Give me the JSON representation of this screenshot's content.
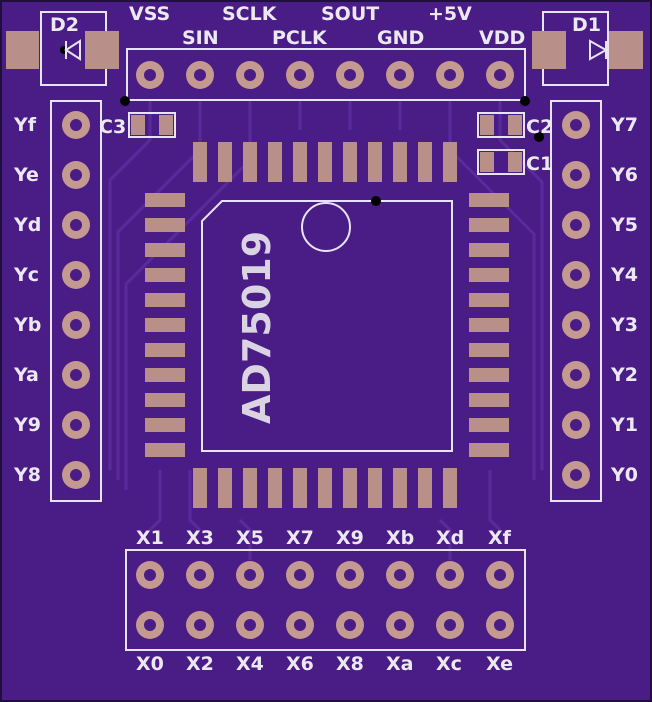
{
  "board": {
    "background": "#4a1c86",
    "edge_color": "#1e0f3c",
    "silk_color": "#ece8f2",
    "pad_color": "#b89089"
  },
  "chip": {
    "name": "AD75019"
  },
  "diodes": {
    "left": "D2",
    "right": "D1"
  },
  "capacitors": {
    "c3": "C3",
    "c2": "C2",
    "c1": "C1"
  },
  "top_header": {
    "labels_upper": [
      "VSS",
      "SCLK",
      "SOUT",
      "+5V"
    ],
    "labels_lower": [
      "SIN",
      "PCLK",
      "GND",
      "VDD"
    ]
  },
  "left_header": {
    "labels": [
      "Yf",
      "Ye",
      "Yd",
      "Yc",
      "Yb",
      "Ya",
      "Y9",
      "Y8"
    ]
  },
  "right_header": {
    "labels": [
      "Y7",
      "Y6",
      "Y5",
      "Y4",
      "Y3",
      "Y2",
      "Y1",
      "Y0"
    ]
  },
  "bottom_header": {
    "labels_upper": [
      "X1",
      "X3",
      "X5",
      "X7",
      "X9",
      "Xb",
      "Xd",
      "Xf"
    ],
    "labels_lower": [
      "X0",
      "X2",
      "X4",
      "X6",
      "X8",
      "Xa",
      "Xc",
      "Xe"
    ]
  }
}
